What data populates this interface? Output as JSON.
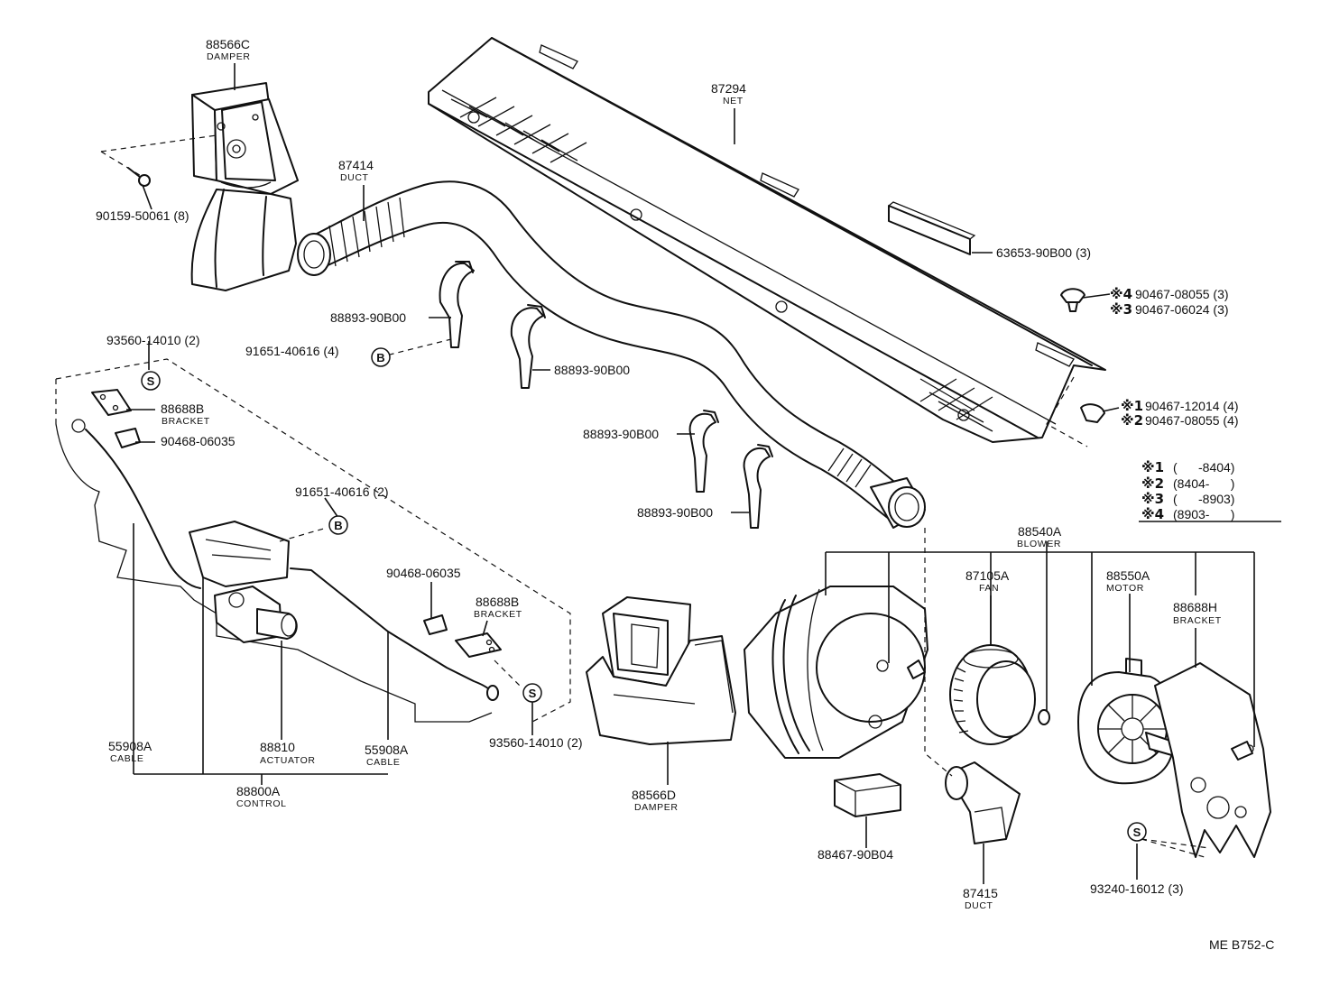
{
  "diagram_code": "ME B752-C",
  "symbols": {
    "B": "B",
    "S": "S"
  },
  "labels": {
    "p88566C": {
      "number": "88566C",
      "name": "DAMPER"
    },
    "p90159": {
      "number": "90159-50061 (8)"
    },
    "p87414": {
      "number": "87414",
      "name": "DUCT"
    },
    "p87294": {
      "number": "87294",
      "name": "NET"
    },
    "p63653": {
      "number": "63653-90B00 (3)"
    },
    "p90467a": {
      "mark": "※4",
      "number": "90467-08055 (3)"
    },
    "p90467b": {
      "mark": "※3",
      "number": "90467-06024 (3)"
    },
    "p90467c": {
      "mark": "※1",
      "number": "90467-12014 (4)"
    },
    "p90467d": {
      "mark": "※2",
      "number": "90467-08055 (4)"
    },
    "p88893a": {
      "number": "88893-90B00"
    },
    "p91651a": {
      "number": "91651-40616 (4)"
    },
    "p88893b": {
      "number": "88893-90B00"
    },
    "p93560a": {
      "number": "93560-14010 (2)"
    },
    "p88688B_a": {
      "number": "88688B",
      "name": "BRACKET"
    },
    "p90468a": {
      "number": "90468-06035"
    },
    "p91651b": {
      "number": "91651-40616 (2)"
    },
    "p88893c": {
      "number": "88893-90B00"
    },
    "p88893d": {
      "number": "88893-90B00"
    },
    "p90468b": {
      "number": "90468-06035"
    },
    "p88688B_b": {
      "number": "88688B",
      "name": "BRACKET"
    },
    "p93560b": {
      "number": "93560-14010 (2)"
    },
    "p55908A_a": {
      "number": "55908A",
      "name": "CABLE"
    },
    "p88810": {
      "number": "88810",
      "name": "ACTUATOR"
    },
    "p55908A_b": {
      "number": "55908A",
      "name": "CABLE"
    },
    "p88800A": {
      "number": "88800A",
      "name": "CONTROL"
    },
    "p88566D": {
      "number": "88566D",
      "name": "DAMPER"
    },
    "p88540A": {
      "number": "88540A",
      "name": "BLOWER"
    },
    "p87105A": {
      "number": "87105A",
      "name": "FAN"
    },
    "p88550A": {
      "number": "88550A",
      "name": "MOTOR"
    },
    "p88688H": {
      "number": "88688H",
      "name": "BRACKET"
    },
    "p88467": {
      "number": "88467-90B04"
    },
    "p87415": {
      "number": "87415",
      "name": "DUCT"
    },
    "p93240": {
      "number": "93240-16012 (3)"
    }
  },
  "legend": [
    {
      "mark": "※1",
      "range": "(      -8404)"
    },
    {
      "mark": "※2",
      "range": "(8404-      )"
    },
    {
      "mark": "※3",
      "range": "(      -8903)"
    },
    {
      "mark": "※4",
      "range": "(8903-      )"
    }
  ]
}
